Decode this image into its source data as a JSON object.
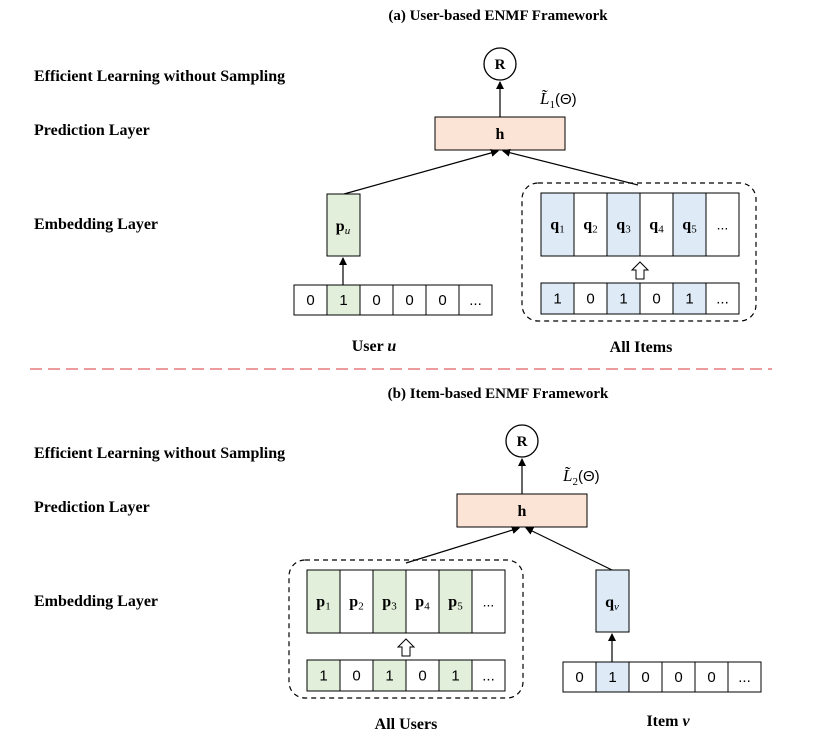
{
  "panel_a": {
    "title": "(a)  User-based ENMF Framework",
    "row_labels": {
      "learning": "Efficient Learning without Sampling",
      "prediction": "Prediction Layer",
      "embedding": "Embedding Layer"
    },
    "result_node": "R",
    "loss": "L̃",
    "loss_sub": "1",
    "loss_arg": "(Θ)",
    "h_label": "h",
    "single_embedding": {
      "letter": "p",
      "sub": "u"
    },
    "single_input": [
      "0",
      "1",
      "0",
      "0",
      "0",
      "..."
    ],
    "single_highlight_index": 1,
    "group_embeddings": [
      {
        "letter": "q",
        "sub": "1",
        "highlight": true
      },
      {
        "letter": "q",
        "sub": "2",
        "highlight": false
      },
      {
        "letter": "q",
        "sub": "3",
        "highlight": true
      },
      {
        "letter": "q",
        "sub": "4",
        "highlight": false
      },
      {
        "letter": "q",
        "sub": "5",
        "highlight": true
      },
      {
        "letter": "...",
        "sub": "",
        "highlight": false
      }
    ],
    "group_input": [
      "1",
      "0",
      "1",
      "0",
      "1",
      "..."
    ],
    "single_caption": "User",
    "single_caption_var": "u",
    "group_caption": "All Items"
  },
  "panel_b": {
    "title": "(b)  Item-based ENMF Framework",
    "row_labels": {
      "learning": "Efficient Learning without Sampling",
      "prediction": "Prediction Layer",
      "embedding": "Embedding Layer"
    },
    "result_node": "R",
    "loss": "L̃",
    "loss_sub": "2",
    "loss_arg": "(Θ)",
    "h_label": "h",
    "group_embeddings": [
      {
        "letter": "p",
        "sub": "1",
        "highlight": true
      },
      {
        "letter": "p",
        "sub": "2",
        "highlight": false
      },
      {
        "letter": "p",
        "sub": "3",
        "highlight": true
      },
      {
        "letter": "p",
        "sub": "4",
        "highlight": false
      },
      {
        "letter": "p",
        "sub": "5",
        "highlight": true
      },
      {
        "letter": "...",
        "sub": "",
        "highlight": false
      }
    ],
    "group_input": [
      "1",
      "0",
      "1",
      "0",
      "1",
      "..."
    ],
    "single_embedding": {
      "letter": "q",
      "sub": "v"
    },
    "single_input": [
      "0",
      "1",
      "0",
      "0",
      "0",
      "..."
    ],
    "single_highlight_index": 1,
    "group_caption": "All Users",
    "single_caption": "Item",
    "single_caption_var": "v"
  },
  "colors": {
    "h_fill": "#fbe4d5",
    "user_green": "#e2efda",
    "item_blue": "#deebf7",
    "divider": "#e06060",
    "stroke": "#000000"
  }
}
